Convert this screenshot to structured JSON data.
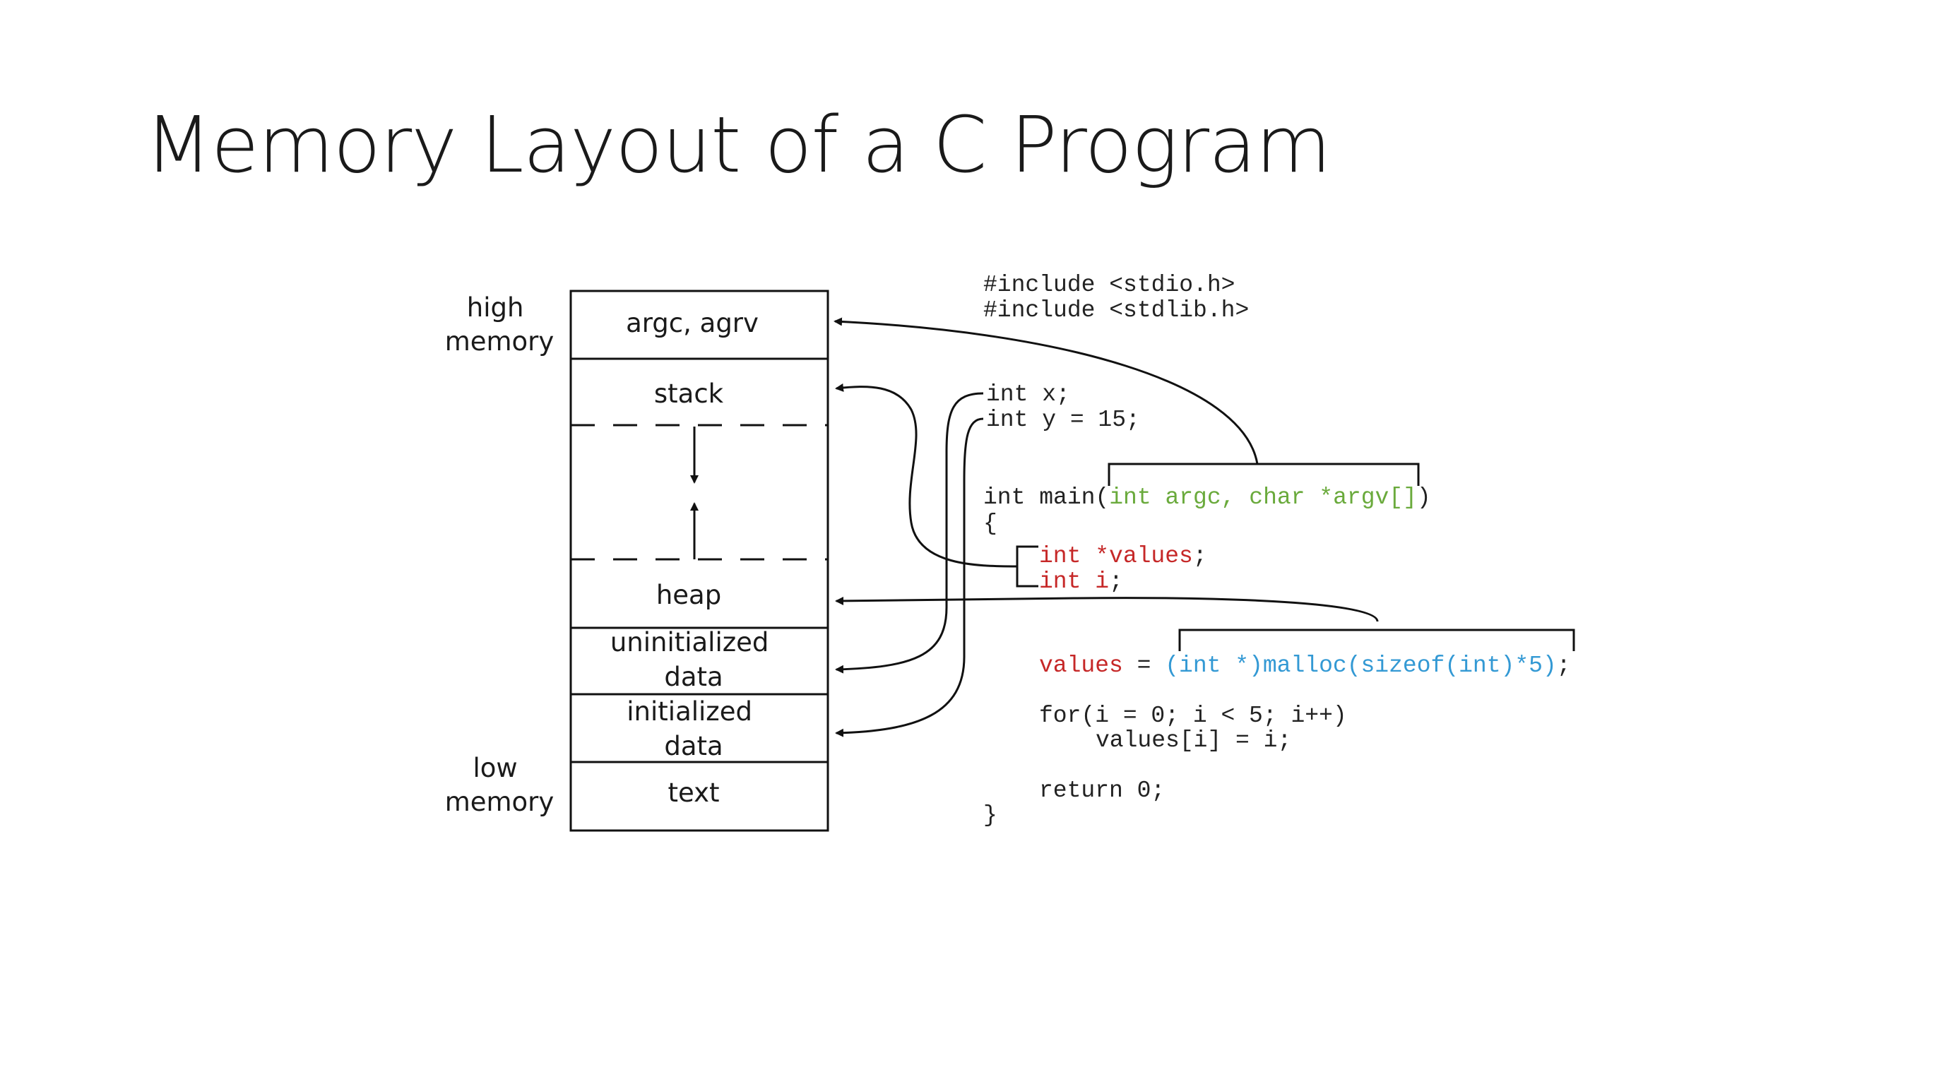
{
  "title": "Memory Layout of a C Program",
  "memory_labels": {
    "high": [
      "high",
      "memory"
    ],
    "low": [
      "low",
      "memory"
    ]
  },
  "segments": [
    {
      "id": "argc-argv",
      "lines": [
        "argc, agrv"
      ]
    },
    {
      "id": "stack",
      "lines": [
        "stack"
      ]
    },
    {
      "id": "heap",
      "lines": [
        "heap"
      ]
    },
    {
      "id": "uninitialized-data",
      "lines": [
        "uninitialized",
        "data"
      ]
    },
    {
      "id": "initialized-data",
      "lines": [
        "initialized",
        "data"
      ]
    },
    {
      "id": "text",
      "lines": [
        "text"
      ]
    }
  ],
  "colors": {
    "param": "#6aaa3c",
    "local": "#c62828",
    "malloc": "#3399d4"
  },
  "code": [
    {
      "id": "include-stdio",
      "parts": [
        {
          "t": "#include <stdio.h>"
        }
      ]
    },
    {
      "id": "include-stdlib",
      "parts": [
        {
          "t": "#include <stdlib.h>"
        }
      ]
    },
    {
      "id": "decl-x",
      "parts": [
        {
          "t": "int x;"
        }
      ]
    },
    {
      "id": "decl-y",
      "parts": [
        {
          "t": "int y = 15;"
        }
      ]
    },
    {
      "id": "main-signature",
      "parts": [
        {
          "t": "int main("
        },
        {
          "t": "int argc, char *argv[]",
          "c": "green"
        },
        {
          "t": ")"
        }
      ]
    },
    {
      "id": "open-brace",
      "parts": [
        {
          "t": "{"
        }
      ]
    },
    {
      "id": "decl-values",
      "parts": [
        {
          "t": "int *values",
          "c": "red"
        },
        {
          "t": ";"
        }
      ]
    },
    {
      "id": "decl-i",
      "parts": [
        {
          "t": "int i",
          "c": "red"
        },
        {
          "t": ";"
        }
      ]
    },
    {
      "id": "malloc-line",
      "parts": [
        {
          "t": "values",
          "c": "red"
        },
        {
          "t": " = "
        },
        {
          "t": "(int *)malloc(sizeof(int)*5)",
          "c": "blue"
        },
        {
          "t": ";"
        }
      ]
    },
    {
      "id": "for-line",
      "parts": [
        {
          "t": "for(i = 0; i < 5; i++)"
        }
      ]
    },
    {
      "id": "assign-line",
      "parts": [
        {
          "t": "values[i] = i;"
        }
      ]
    },
    {
      "id": "return-line",
      "parts": [
        {
          "t": "return 0;"
        }
      ]
    },
    {
      "id": "close-brace",
      "parts": [
        {
          "t": "}"
        }
      ]
    }
  ]
}
